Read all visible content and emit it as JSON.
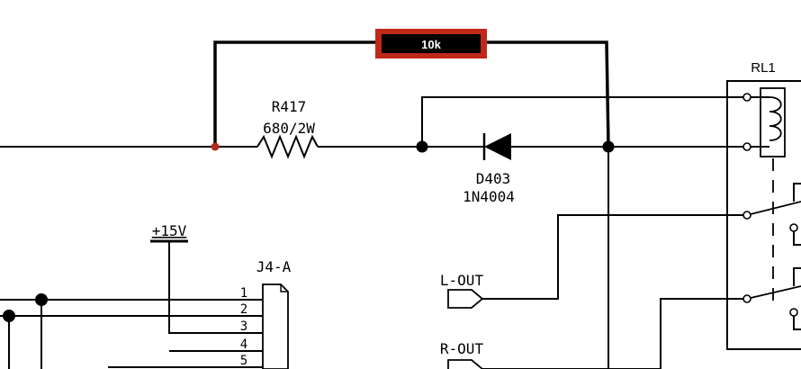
{
  "diagram": {
    "added_resistor": {
      "value_label": "10k",
      "body_color": "#000000",
      "frame_color": "#c0281a"
    },
    "resistor_r417": {
      "ref": "R417",
      "value": "680/2W"
    },
    "diode_d403": {
      "ref": "D403",
      "part": "1N4004"
    },
    "relay": {
      "ref": "RL1"
    },
    "supply": {
      "label": "+15V"
    },
    "connector": {
      "ref": "J4-A",
      "pins": [
        "1",
        "2",
        "3",
        "4",
        "5"
      ]
    },
    "outputs": {
      "left": "L-OUT",
      "right": "R-OUT"
    },
    "colors": {
      "wire": "#000000",
      "solder_dot": "#b22a1a"
    }
  }
}
